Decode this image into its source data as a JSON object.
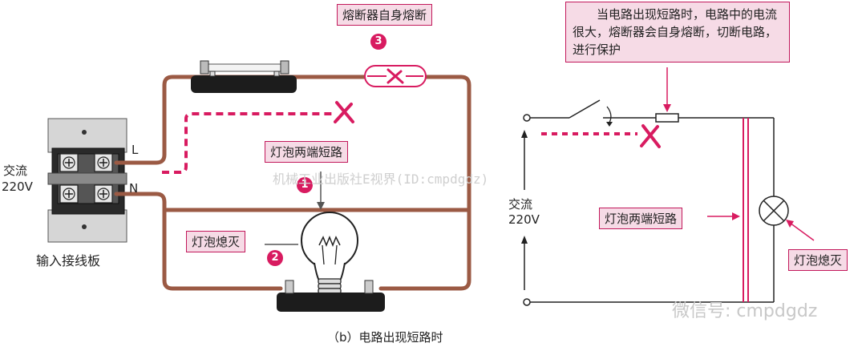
{
  "labels": {
    "fuse_self_blow": "熔断器自身熔断",
    "bulb_short_left": "灯泡两端短路",
    "bulb_off_left": "灯泡熄灭",
    "terminal_board": "输入接线板",
    "ac_left_line1": "交流",
    "ac_left_line2": "220V",
    "terminal_L": "L",
    "terminal_N": "N",
    "explanation": "当电路出现短路时，电路中的电流很大，熔断器会自身熔断，切断电路，进行保护",
    "ac_right_line1": "交流",
    "ac_right_line2": "220V",
    "bulb_short_right": "灯泡两端短路",
    "bulb_off_right": "灯泡熄灭",
    "caption": "（b）电路出现短路时",
    "watermark_center": "机械工业出版社E视界(ID:cmpdgdz)",
    "watermark_corner": "微信号: cmpdgdz"
  },
  "badges": {
    "one": "1",
    "two": "2",
    "three": "3"
  },
  "colors": {
    "wire": "#9b5a44",
    "highlight": "#d81b60",
    "box_fill": "#f6dbe6"
  }
}
